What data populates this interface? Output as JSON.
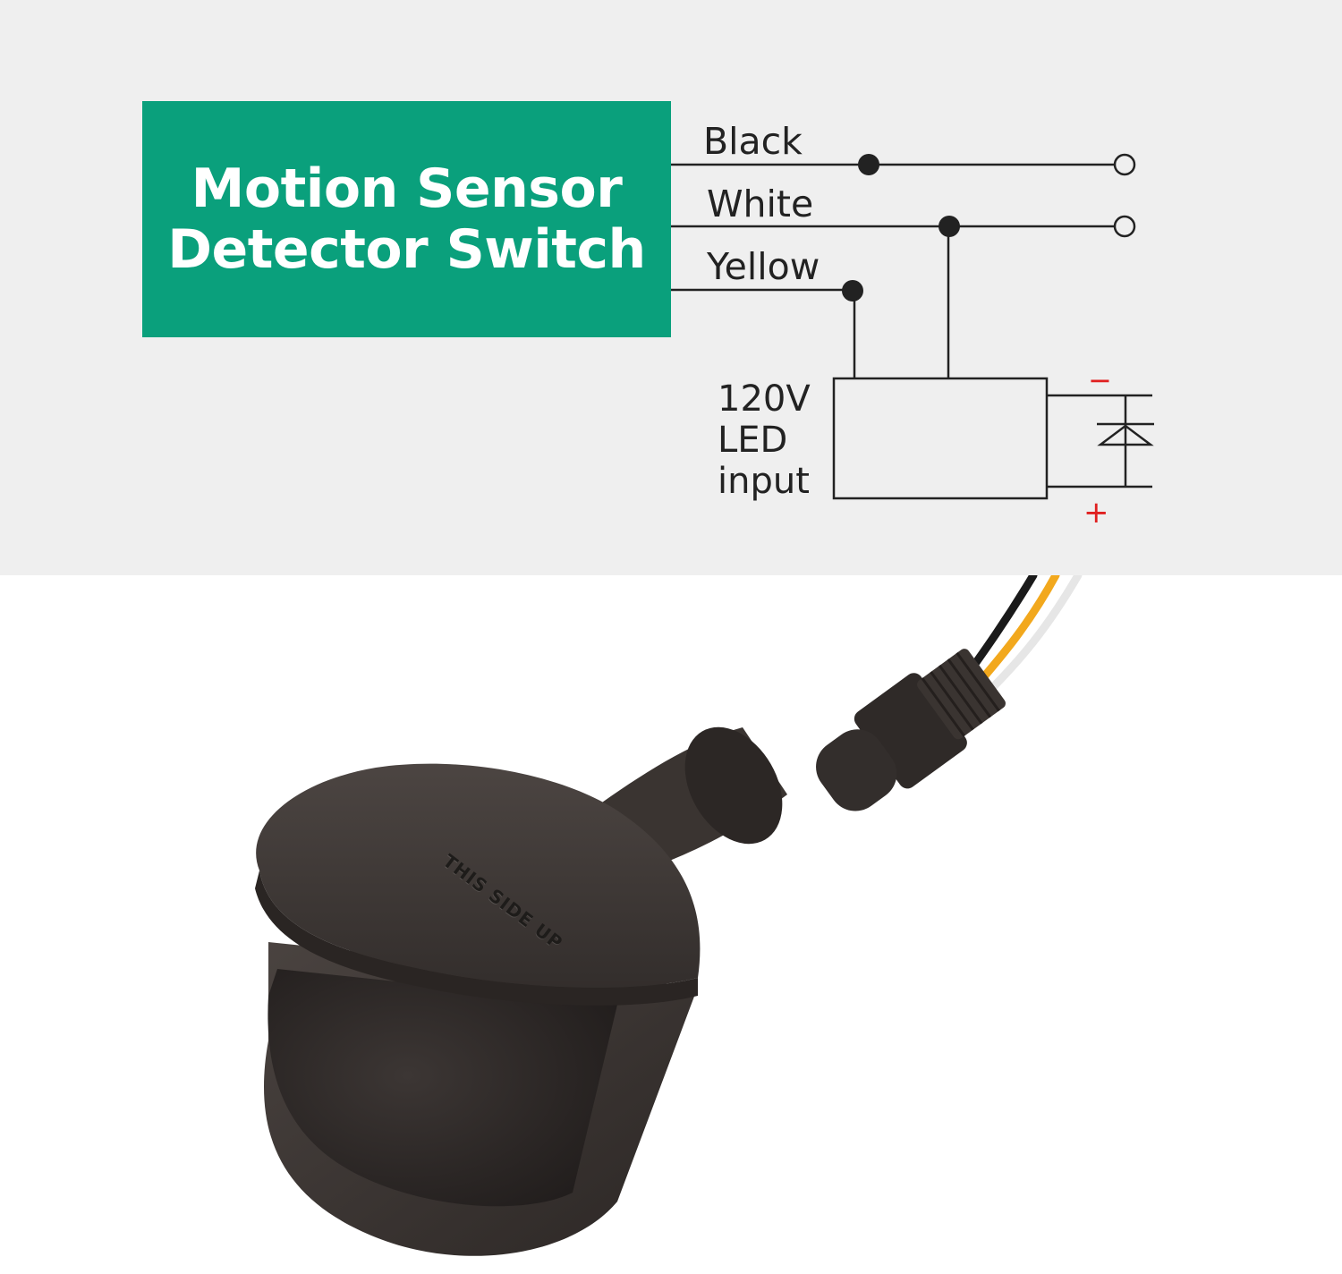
{
  "title": {
    "line1": "Motion Sensor",
    "line2": "Detector Switch"
  },
  "wires": {
    "black": "Black",
    "white": "White",
    "yellow": "Yellow"
  },
  "load": {
    "line1": "120V",
    "line2": "LED",
    "line3": "input"
  },
  "polarity": {
    "negative": "−",
    "positive": "+"
  },
  "product": {
    "embossed_text": "THIS SIDE UP"
  },
  "colors": {
    "title_bg": "#0aa07c",
    "panel_bg": "#efefef",
    "line": "#222222",
    "polarity": "#e02020",
    "sensor_body": "#3a3431",
    "wire_yellow": "#f2a81d"
  }
}
